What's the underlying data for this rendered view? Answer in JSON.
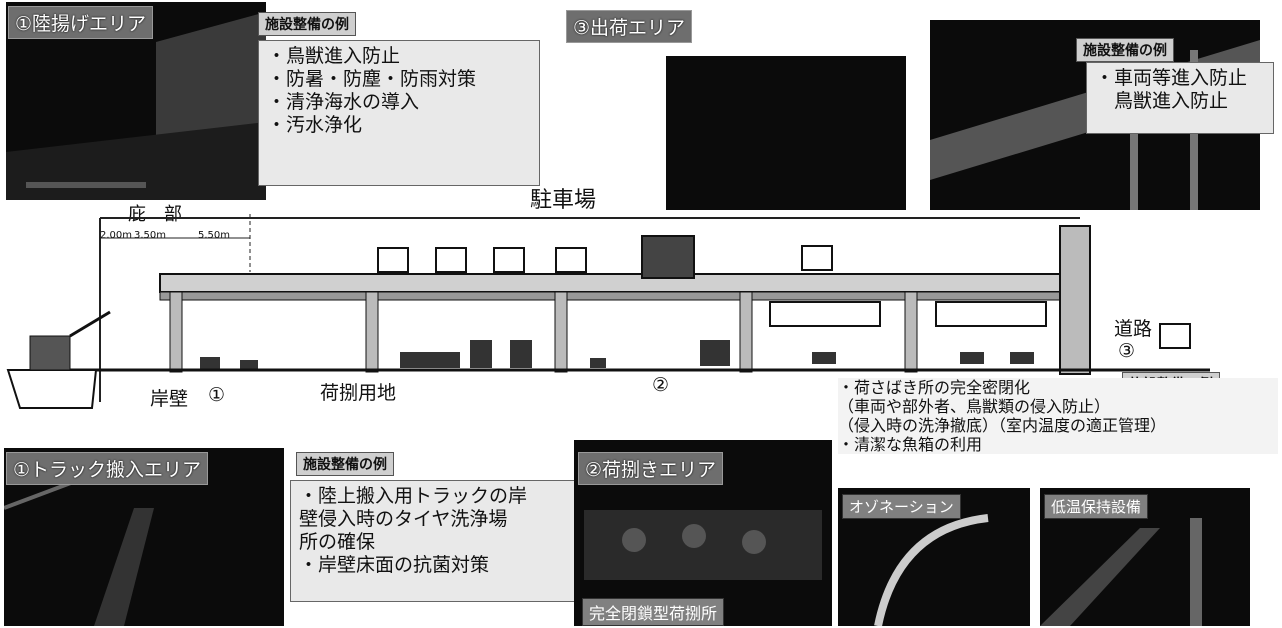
{
  "areas": {
    "landing": {
      "title": "①陸揚げエリア",
      "example_heading": "施設整備の例",
      "items": [
        "・鳥獣進入防止",
        "・防暑・防塵・防雨対策",
        "・清浄海水の導入",
        "・汚水浄化"
      ]
    },
    "shipping": {
      "title": "③出荷エリア",
      "example_heading": "施設整備の例",
      "items": [
        "・車両等進入防止",
        "　鳥獣進入防止"
      ]
    },
    "truck": {
      "title": "①トラック搬入エリア",
      "example_heading": "施設整備の例",
      "items": [
        "・陸上搬入用トラックの岸",
        "壁侵入時のタイヤ洗浄場",
        "所の確保",
        "・岸壁床面の抗菌対策"
      ]
    },
    "sorting": {
      "title": "②荷捌きエリア",
      "photo_caption": "完全閉鎖型荷捌所",
      "sub_photos": [
        "オゾネーション",
        "低温保持設備"
      ]
    },
    "central": {
      "example_heading": "施設整備の例",
      "items": [
        "・荷さばき所の完全密閉化",
        "（車両や部外者、鳥獣類の侵入防止）",
        "（侵入時の洗浄撤底）（室内温度の適正管理）",
        "・清潔な魚箱の利用"
      ]
    }
  },
  "diagram": {
    "eaves_label": "庇　部",
    "dimensions": [
      "2.00m",
      "3.50m",
      "5.50m"
    ],
    "parking_label": "駐車場",
    "road_label": "道路",
    "quay_label": "岸壁",
    "landing_ground_label": "荷捌用地",
    "markers": [
      "①",
      "②",
      "③"
    ]
  }
}
